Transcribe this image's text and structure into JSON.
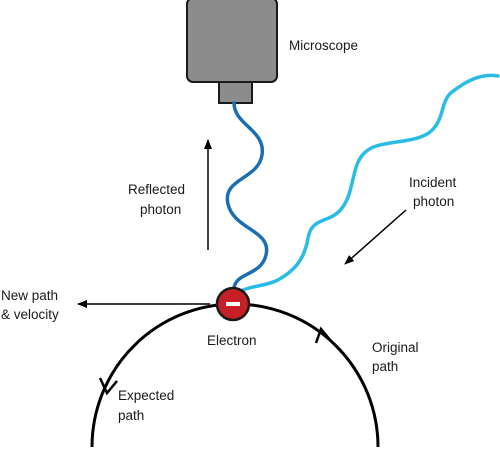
{
  "labels": {
    "microscope": "Microscope",
    "reflected": [
      "Reflected",
      "photon"
    ],
    "incident": [
      "Incident",
      "photon"
    ],
    "new_path": [
      "New path",
      "& velocity"
    ],
    "electron": "Electron",
    "original": [
      "Original",
      "path"
    ],
    "expected": [
      "Expected",
      "path"
    ],
    "electron_sign": "−"
  },
  "colors": {
    "reflected_photon": "#1a6fb4",
    "incident_photon": "#29bde6",
    "electron_fill": "#c62026",
    "microscope_body": "#8c8c8c",
    "line": "#000000"
  }
}
